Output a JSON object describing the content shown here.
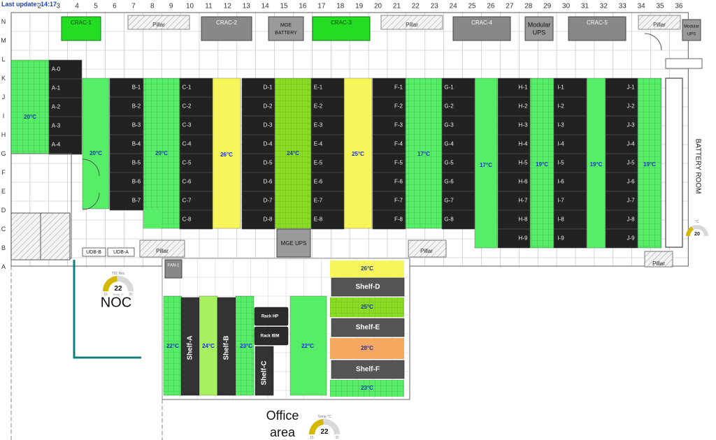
{
  "header": {
    "last_update": "Last update: 14:17"
  },
  "cols": [
    "2",
    "3",
    "4",
    "5",
    "6",
    "7",
    "8",
    "9",
    "10",
    "11",
    "12",
    "13",
    "14",
    "15",
    "16",
    "17",
    "18",
    "19",
    "20",
    "21",
    "22",
    "23",
    "24",
    "25",
    "26",
    "27",
    "28",
    "29",
    "30",
    "31",
    "32",
    "33",
    "34",
    "35",
    "36"
  ],
  "rows": [
    "N",
    "M",
    "L",
    "K",
    "J",
    "I",
    "H",
    "G",
    "F",
    "E",
    "D",
    "C",
    "B",
    "A"
  ],
  "top_units": [
    {
      "label": "CRAC-1",
      "kind": "crac-on"
    },
    {
      "label": "Pillar",
      "kind": "pillar"
    },
    {
      "label": "CRAC-2",
      "kind": "crac-off"
    },
    {
      "label": "MGE BATTERY",
      "kind": "gray"
    },
    {
      "label": "CRAC-3",
      "kind": "crac-on"
    },
    {
      "label": "Pillar",
      "kind": "pillar"
    },
    {
      "label": "CRAC-4",
      "kind": "crac-off"
    },
    {
      "label": "Modular UPS",
      "kind": "gray-big"
    },
    {
      "label": "CRAC-5",
      "kind": "crac-off"
    },
    {
      "label": "Pillar",
      "kind": "pillar"
    },
    {
      "label": "Modular UPS",
      "kind": "gray-small"
    }
  ],
  "rack_rows": {
    "A": [
      "A-0",
      "A-1",
      "A-2",
      "A-3",
      "A-4"
    ],
    "B": [
      "B-1",
      "B-2",
      "B-3",
      "B-4",
      "B-5",
      "B-6",
      "B-7"
    ],
    "C": [
      "C-1",
      "C-2",
      "C-3",
      "C-4",
      "C-5",
      "C-6",
      "C-7",
      "C-8"
    ],
    "D": [
      "D-1",
      "D-2",
      "D-3",
      "D-4",
      "D-5",
      "D-6",
      "D-7",
      "D-8"
    ],
    "E": [
      "E-1",
      "E-2",
      "E-3",
      "E-4",
      "E-5",
      "E-6",
      "E-7",
      "E-8"
    ],
    "F": [
      "F-1",
      "F-2",
      "F-3",
      "F-4",
      "F-5",
      "F-6",
      "F-7",
      "F-8"
    ],
    "G": [
      "G-1",
      "G-2",
      "G-3",
      "G-4",
      "G-5",
      "G-6",
      "G-7",
      "G-8"
    ],
    "H": [
      "H-1",
      "H-2",
      "H-3",
      "H-4",
      "H-5",
      "H-6",
      "H-7",
      "H-8",
      "H-9"
    ],
    "I": [
      "I-1",
      "I-2",
      "I-3",
      "I-4",
      "I-5",
      "I-6",
      "I-7",
      "I-8",
      "I-9"
    ],
    "J": [
      "J-1",
      "J-2",
      "J-3",
      "J-4",
      "J-5",
      "J-6",
      "J-7",
      "J-8",
      "J-9"
    ]
  },
  "aisle_temps": [
    "20°C",
    "20°C",
    "20°C",
    "26°C",
    "24°C",
    "25°C",
    "17°C",
    "17°C",
    "19°C",
    "19°C",
    "19°C"
  ],
  "bottom_labels": {
    "udb_b": "UDB-B",
    "udb_a": "UDB-A",
    "pillar": "Pillar",
    "mge_ups": "MGE UPS",
    "fan": "FAN-1",
    "battery_room": "BATTERY ROOM"
  },
  "noc": {
    "label": "NOC",
    "gauge": {
      "title": "T01 Noc",
      "value": "22",
      "min": "15",
      "max": "30",
      "unit": "Temp °C",
      "fraction": 0.47
    },
    "aisles": {
      "t1": "22°C",
      "t2": "24°C",
      "t3": "23°C",
      "t4": "22°C"
    },
    "shelves": [
      "Shelf-A",
      "Shelf-B",
      "Shelf-C"
    ],
    "racks": [
      "Rack HP",
      "Rack IBM"
    ]
  },
  "shelf_room": {
    "temps": [
      "26°C",
      "25°C",
      "28°C",
      "23°C"
    ],
    "shelves": [
      "Shelf-D",
      "Shelf-E",
      "Shelf-F"
    ]
  },
  "office": {
    "label_1": "Office",
    "label_2": "area",
    "gauge": {
      "title": "Temp °C",
      "value": "22",
      "min": "15",
      "max": "30",
      "fraction": 0.47
    }
  },
  "battery_gauge": {
    "unit": "°C",
    "value": "20",
    "fraction": 0.33
  },
  "colors": {
    "rack": "#222222",
    "cold_green": "#55ee66",
    "hot_yellow": "#f6f65a",
    "lime": "#88dd22",
    "orange": "#f5a860",
    "crac_green": "#22dd22",
    "gray_unit": "#888888",
    "gauge_fill": "#d4b800",
    "grid": "#bbbbbb",
    "teal": "#0e8080"
  }
}
